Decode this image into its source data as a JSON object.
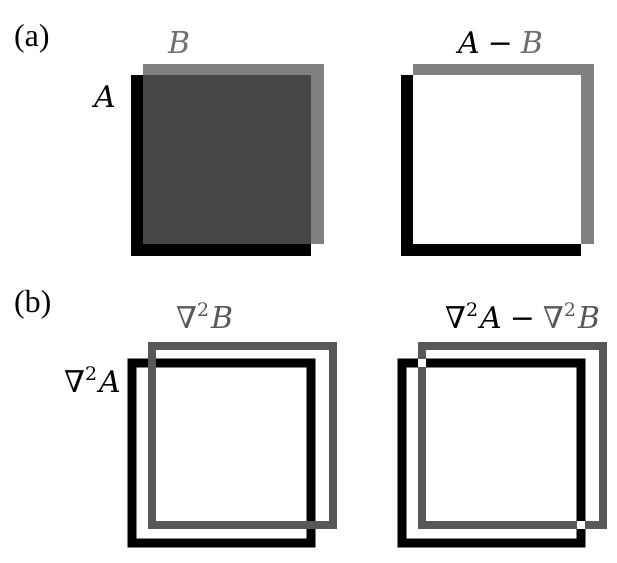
{
  "panel_a": {
    "label": "(a)",
    "left_diagram": {
      "label_A": "A",
      "label_B": "B"
    },
    "right_diagram": {
      "label_diff_A": "A",
      "label_diff_op": "−",
      "label_diff_B": "B"
    }
  },
  "panel_b": {
    "label": "(b)",
    "left_diagram": {
      "laplacian": "∇",
      "square": "2",
      "label_A": "A",
      "label_B": "B"
    },
    "right_diagram": {
      "laplacian": "∇",
      "square": "2",
      "label_A": "A",
      "op": "−",
      "label_B": "B"
    }
  },
  "colors": {
    "black": "#000000",
    "gray_b": "#808080",
    "overlap_dark": "#464646",
    "laplacian_gray": "#585858",
    "background": "#ffffff"
  }
}
